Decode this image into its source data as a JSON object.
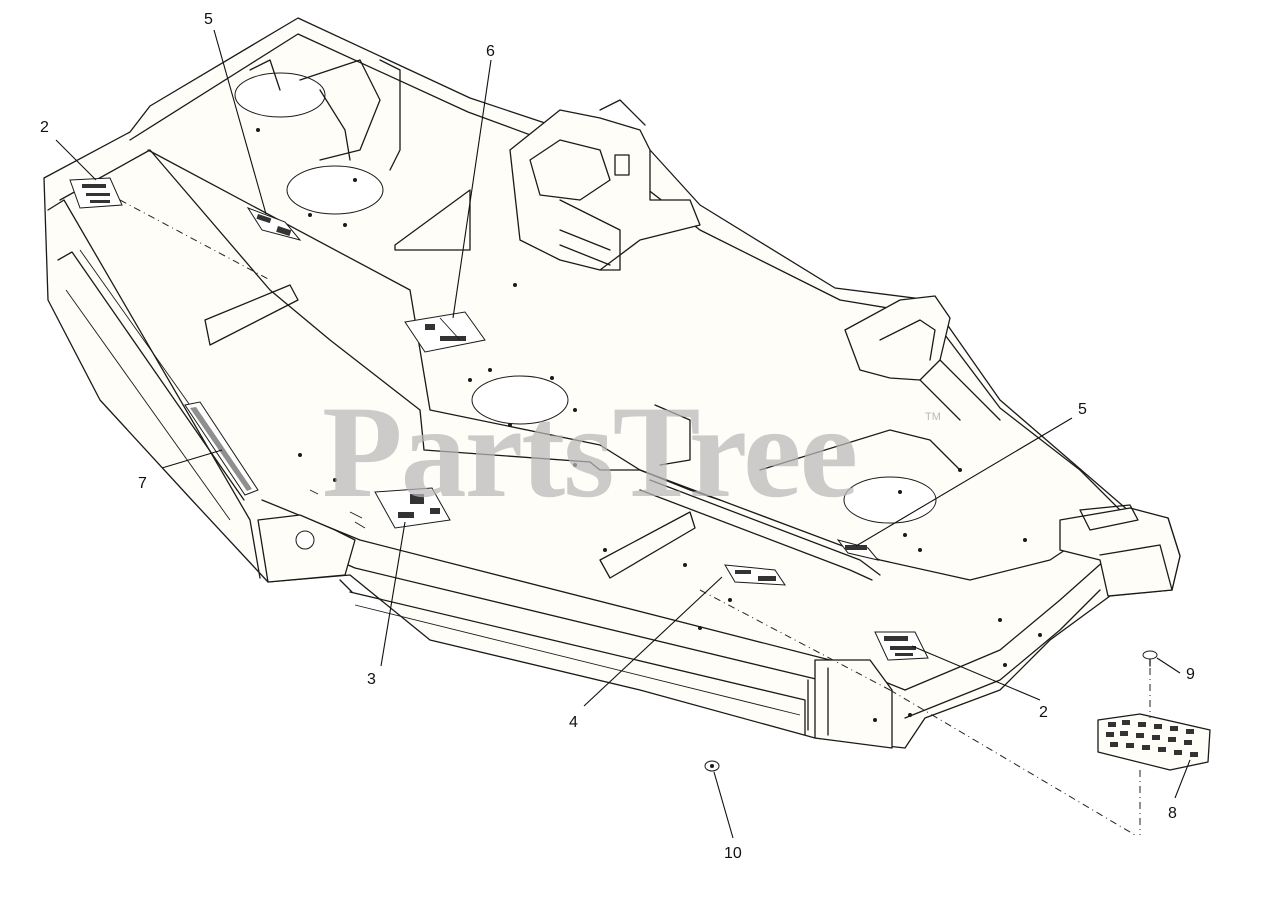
{
  "watermark": {
    "text": "PartsTree",
    "trademark": "TM"
  },
  "callouts": [
    {
      "id": "c5a",
      "number": "5"
    },
    {
      "id": "c6",
      "number": "6"
    },
    {
      "id": "c2a",
      "number": "2"
    },
    {
      "id": "c7",
      "number": "7"
    },
    {
      "id": "c3",
      "number": "3"
    },
    {
      "id": "c4",
      "number": "4"
    },
    {
      "id": "c5b",
      "number": "5"
    },
    {
      "id": "c2b",
      "number": "2"
    },
    {
      "id": "c9",
      "number": "9"
    },
    {
      "id": "c8",
      "number": "8"
    },
    {
      "id": "c10",
      "number": "10"
    }
  ]
}
